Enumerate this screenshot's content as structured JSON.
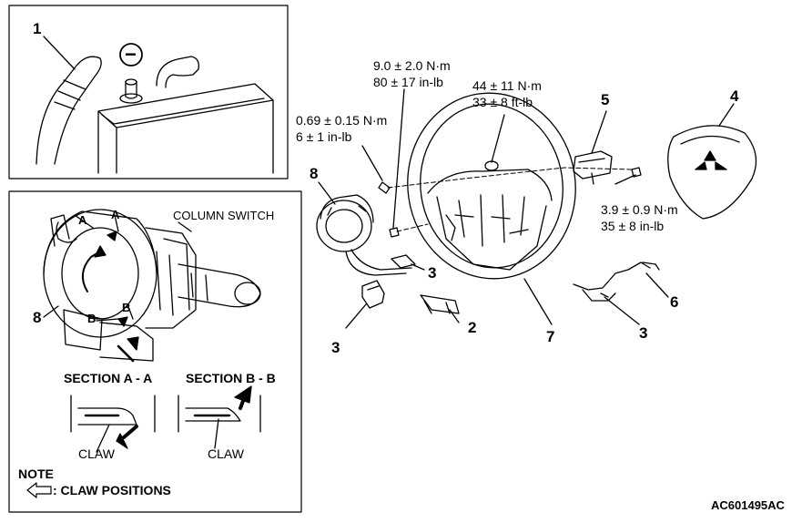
{
  "callouts": {
    "battery_item": "1",
    "clockspring_item_left": "8",
    "clockspring_item_main": "8",
    "connector_item_a": "3",
    "connector_item_b": "3",
    "connector_item_c": "3",
    "cover_item": "2",
    "wheel_item": "7",
    "lower_cover_item": "5",
    "airbag_item": "4",
    "harness_item": "6"
  },
  "torque": {
    "t1_line1": "0.69 ± 0.15 N·m",
    "t1_line2": "6 ± 1 in-lb",
    "t2_line1": "9.0 ± 2.0 N·m",
    "t2_line2": "80 ± 17 in-lb",
    "t3_line1": "44 ± 11 N·m",
    "t3_line2": "33 ± 8 ft-lb",
    "t4_line1": "3.9 ± 0.9 N·m",
    "t4_line2": "35 ± 8 in-lb"
  },
  "detail": {
    "column_switch": "COLUMN SWITCH",
    "point_a1": "A",
    "point_a2": "A",
    "point_b1": "B",
    "point_b2": "B",
    "section_aa": "SECTION A - A",
    "section_bb": "SECTION B - B",
    "claw_a": "CLAW",
    "claw_b": "CLAW",
    "note_title": "NOTE",
    "note_text": ": CLAW POSITIONS"
  },
  "battery": {
    "terminal_symbol": "−"
  },
  "footer": {
    "figure_id": "AC601495AC"
  },
  "colors": {
    "ink": "#000000",
    "paper": "#ffffff"
  }
}
